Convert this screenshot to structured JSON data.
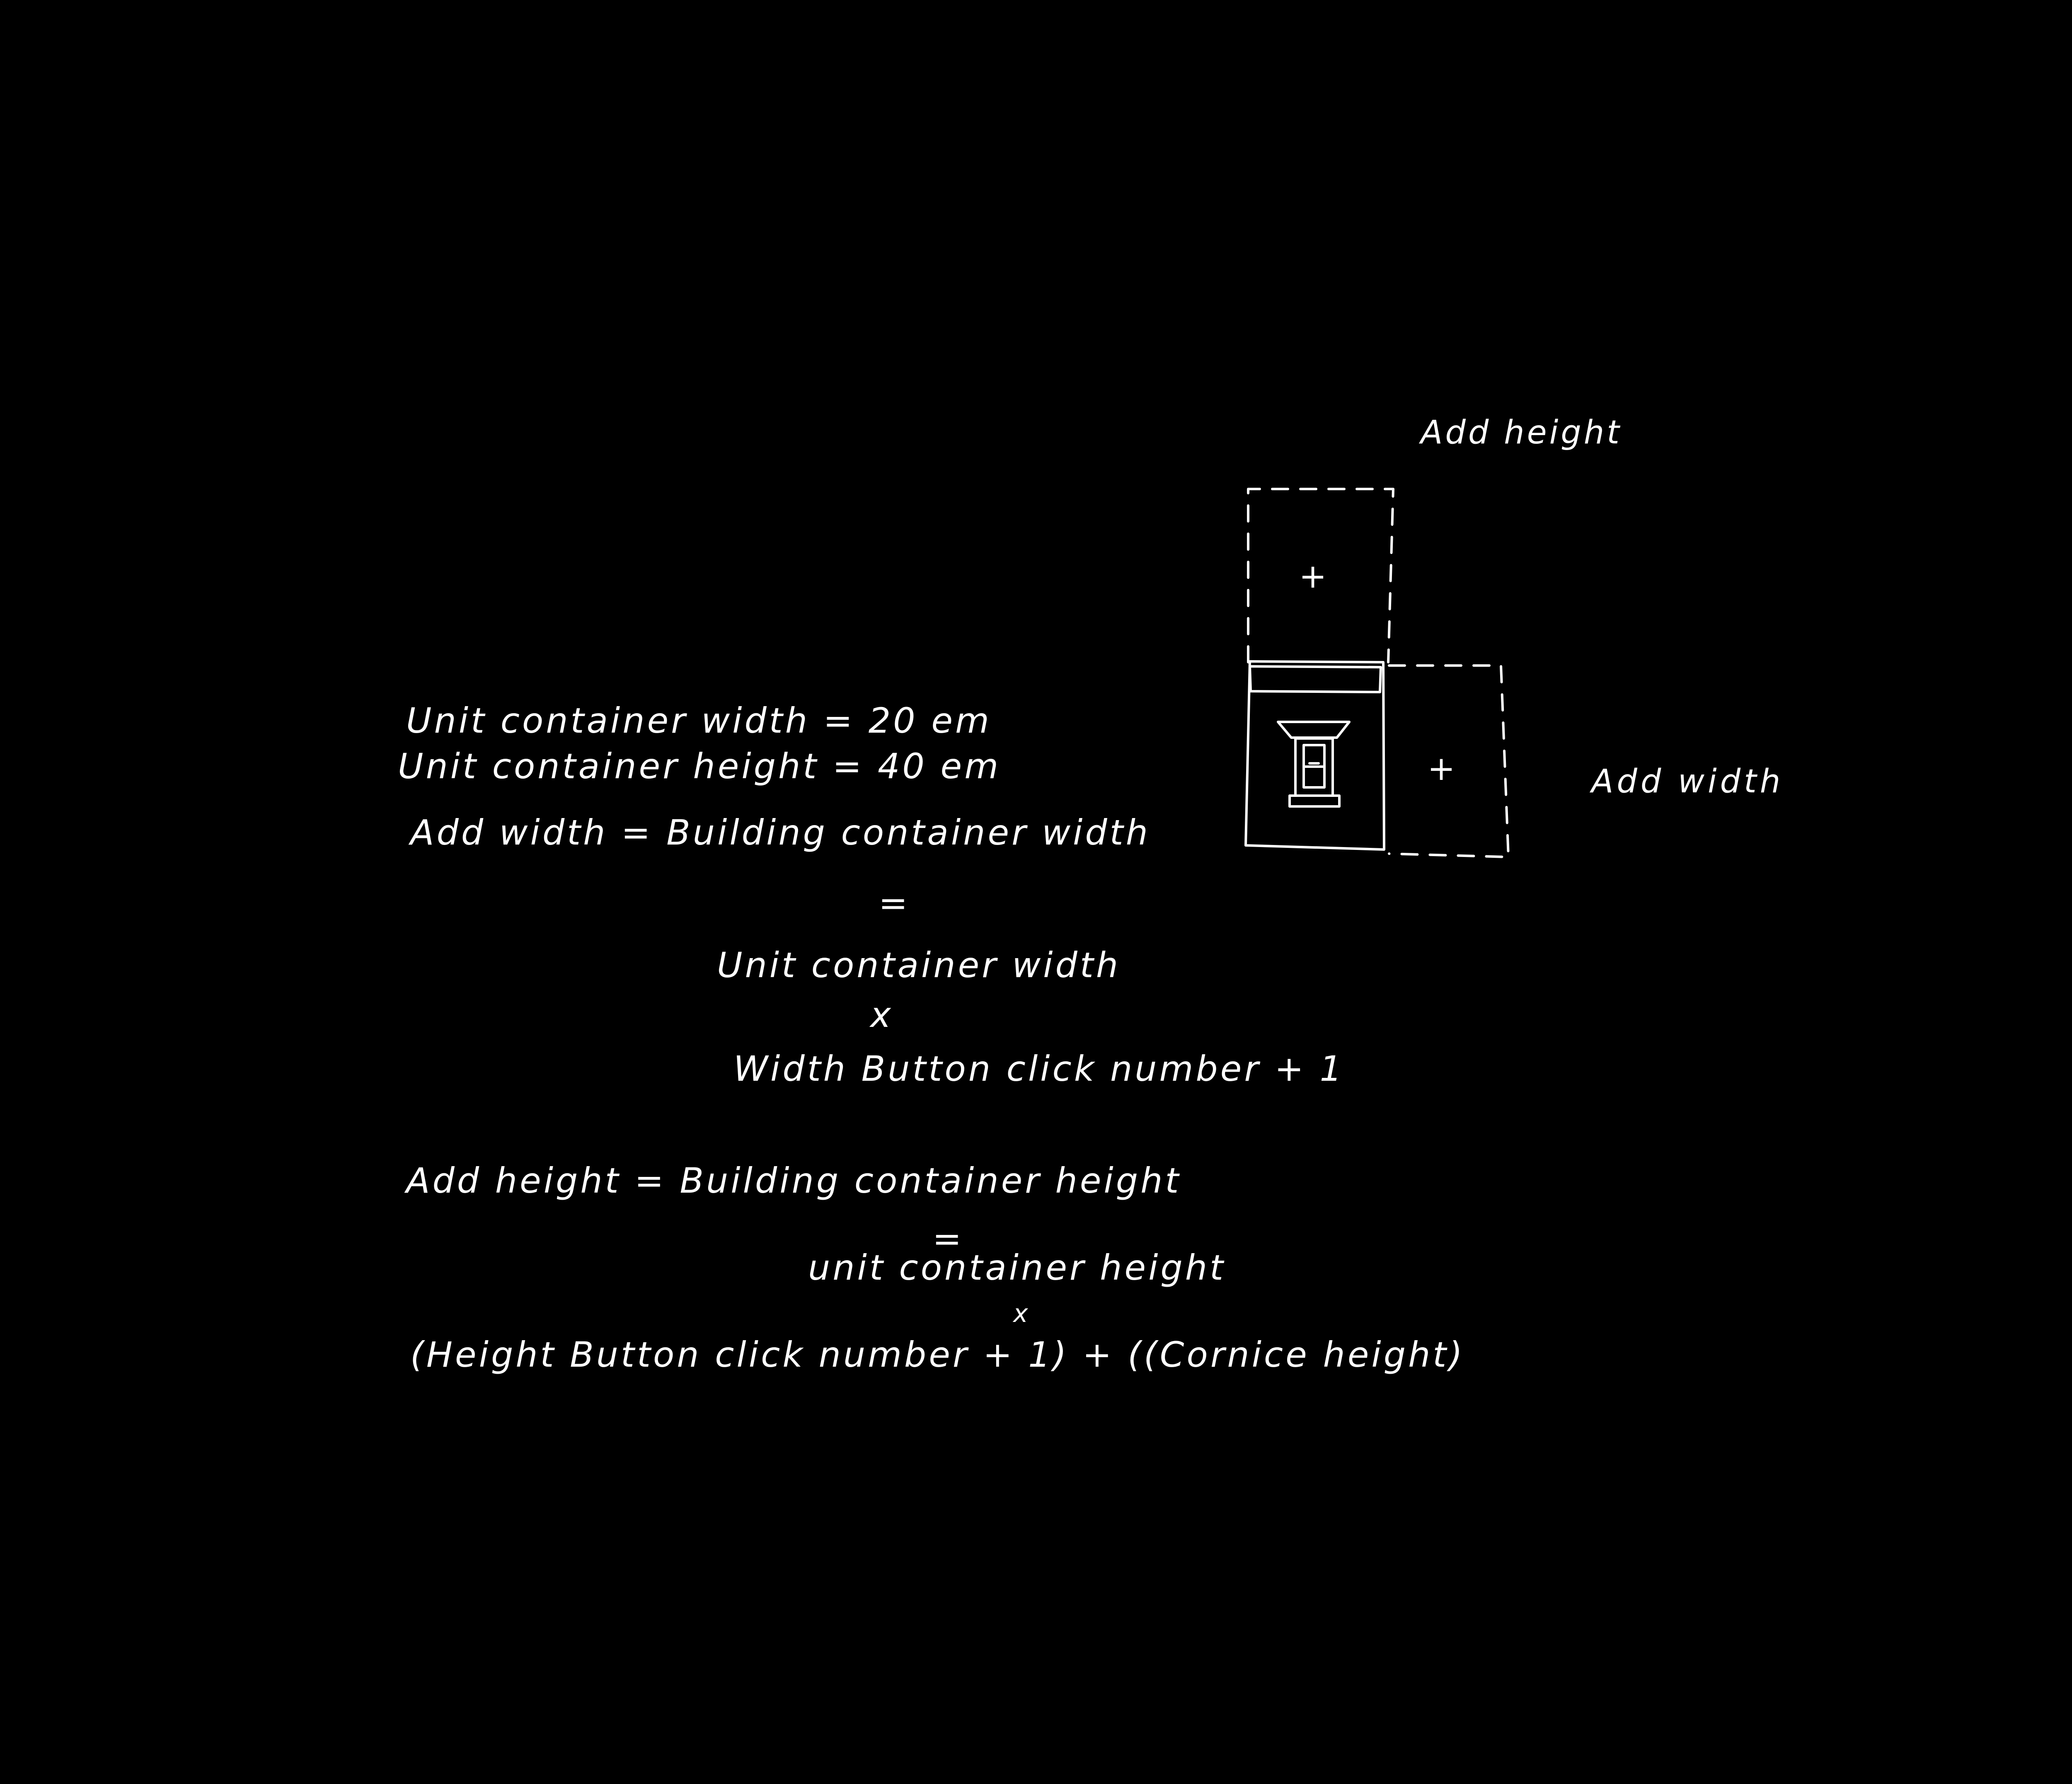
{
  "canvas": {
    "background": "#000000",
    "ink": "#ffffff"
  },
  "diagram": {
    "add_height_label": "Add height",
    "add_width_label": "Add width",
    "add_height_button_glyph": "+",
    "add_width_button_glyph": "+"
  },
  "notes": {
    "unit_width": "Unit container width = 20 em",
    "unit_height": "Unit container height = 40 em",
    "width_formula": {
      "lhs": "Add width = Building container width",
      "equals": "=",
      "term": "Unit container width",
      "times": "x",
      "multiplier": "Width Button click number + 1"
    },
    "height_formula": {
      "lhs": "Add height = Building container height",
      "equals": "=",
      "term": "unit container height",
      "times": "x",
      "multiplier": "(Height Button click number + 1) + ((Cornice height)"
    }
  }
}
